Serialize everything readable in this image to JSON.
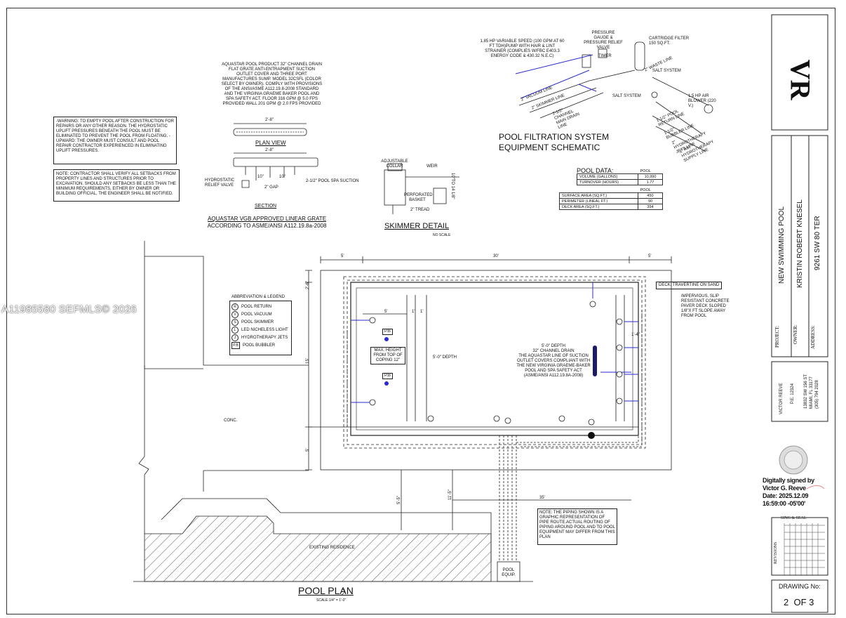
{
  "watermark": "A11985580  SEFMLS© 2026",
  "notes": {
    "warning": "-WARNING: TO EMPTY POOL AFTER CONSTRUCTION FOR REPAIRS OR ANY OTHER REASON. THE HYDROSTATIC UPLIFT PRESSURES BENEATH THE POOL MUST BE ELIMINATED TO PREVENT THE POOL FROM FLOATING. -UPWARD: THE OWNER MUST CONSULT AND POOL REPAIR CONTRACTOR EXPERIENCED IN ELIMINATING UPLIFT PRESSURES.",
    "contractor": "NOTE: CONTRACTOR SHALL VERIFY ALL SETBACKS FROM PROPERTY LINES AND STRUCTURES PRIOR TO EXCAVATION. SHOULD ANY SETBACKS BE LESS THAN THE MINIMUM REQUIREMENTS, EITHER BY OWNER OR BUILDING OFFICIAL, THE ENGINEER SHALL BE NOTIFIED.",
    "piping": "NOTE: THE PIPING SHOWN IS A GRAPHIC REPRESENTATION OF PIPE ROUTE.ACTUAL ROUTING OF PIPING AROUND POOL AND TO POOL EQUIPMENT MAY DIFFER FROM THIS PLAN"
  },
  "drain": {
    "description": "AQUASTAR POOL PRODUCT 32\" CHANNEL DRAIN FLAT GRATE ANTI-ENTRAPMENT SUCTION OUTLET COVER AND THREE PORT MANUFACTURES SUMP. MODEL 32CSFL (COLOR SELECT BY OWNER). COMPLY WITH PROVISIONS OF THE ANSI/ASME A112.19.8-2008 STANDARD AND THE VIRGINIA GRAEME BAKER POOL AND SPA SAFETY ACT. FLOOR 316 GPM @ 5.0 FPS PROVIDED WALL 201 GPM @ 2.0 FPS PROVIDED",
    "plan_view": "PLAN VIEW",
    "section": "SECTION",
    "dim_a": "2'-8\"",
    "dim_b": "2'-8\"",
    "hydrostatic": "HYDROSTATIC RELIEF VALVE",
    "gap": "2\" GAP",
    "suction": "2-1/2\" POOL SPA SUCTION",
    "dim10a": "10\"",
    "dim10b": "10\"",
    "title": "AQUASTAR VGB APPROVED LINEAR GRATE",
    "subtitle": "ACCORDING TO ASME/ANSI A112.19.8a-2008"
  },
  "skimmer": {
    "collar": "ADJUSTABLE COLLAR",
    "weir": "WEIR",
    "basket": "PERFORATED BASKET",
    "tread": "2\" TREAD",
    "depth": "10\"TO 14 1/8\"",
    "title": "SKIMMER DETAIL",
    "scale": "NO SCALE"
  },
  "equipment": {
    "pump": "1.85 HP VARIABLE SPEED (100 GPM AT 60 FT TDH)PUMP WITH HAIR & LINT STRAINER (COMPLIES W/FBC E403.3 ENERGY CODE & 430.32 N.E.C)",
    "gauge": "PRESSURE GAUGE & PRESSURE RELIEF VALVE",
    "filter": "CARTRIDGE FILTER 150 SQ.FT.",
    "timer": "TIMER",
    "waste": "2\" WASTE LINE",
    "salt1": "SALT SYSTEM",
    "salt2": "SALT SYSTEM",
    "blower": "1.5 HP AIR BLOWER (220 V.)",
    "vacuum": "2\" VACUUM LINE",
    "skimmer_line": "2\" SKIMMER LINE",
    "channel": "2-1/2\" CHANNEL MAIN DRAIN LINE",
    "return": "1-1/2\" POOL RETURN LINE",
    "bubbler": "1-1/2\" BUBBLER LINE",
    "hydro": "2\" HYDROTHERAPY JETS LINE",
    "air": "2\" AIR HYDROTHERAPY SUPPLY LINE",
    "title1": "POOL FILTRATION SYSTEM",
    "title2": "EQUIPMENT SCHEMATIC"
  },
  "pool_data": {
    "title": "POOL DATA:",
    "col": "POOL",
    "rows1": [
      {
        "label": "VOLUME (GALLONS)",
        "value": "10,990"
      },
      {
        "label": "TURNOVER (HOURS)",
        "value": "1.77"
      }
    ],
    "col2": "POOL",
    "rows2": [
      {
        "label": "SURFACE AREA (SQ.FT.)",
        "value": "450"
      },
      {
        "label": "PERIMETER (LINEAL FT.)",
        "value": "90"
      },
      {
        "label": "DECK AREA (SQ.FT.)",
        "value": "354"
      }
    ]
  },
  "legend": {
    "title": "ABBREVIATION & LEGEND",
    "items": [
      {
        "sym": "R",
        "label": "POOL RETURN"
      },
      {
        "sym": "V",
        "label": "POOL VACUUM"
      },
      {
        "sym": "S",
        "label": "POOL SKIMMER"
      },
      {
        "sym": "L",
        "label": "LED NICHELESS LIGHT"
      },
      {
        "sym": "J",
        "label": "HYDROTHERAPY JETS"
      },
      {
        "sym": "P.B",
        "label": "POOL BUBBLER"
      }
    ]
  },
  "plan": {
    "dim_5a": "5'",
    "dim_30": "30'",
    "dim_5b": "5'",
    "dim_26": "2'-6\"",
    "dim_15": "15'",
    "dim_5c": "5'",
    "dim_5d": "5'",
    "dim_1a": "1'",
    "dim_1b": "1'",
    "dim_14": "1'-4\"",
    "dim_55": "5'-5\"",
    "dim_115": "11'-5\"",
    "dim_35": "35'",
    "deck": "DECK: TRAVERTINE ON SAND",
    "impervious": "IMPERVIOUS, SLIP RESISTANT CONCRETE PAVER DECK SLOPED 1/8\"X FT SLOPE AWAY FROM POOL",
    "depth": "5'-0\" DEPTH",
    "drain_note_1": "5'-0\" DEPTH",
    "drain_note_2": "32\" CHANNEL DRAIN",
    "drain_note_3": "THE AQUASTAR LINE OF SUCTION OUTLET COVERS COMPLIANT WITH THE NEW VIRGINIA GRAEME-BAKER POOL AND SPA SAFETY ACT (ASME/ANSI A112.19.8A-2008)",
    "max_height": "MAX. HEIGHT FROM TOP OF COPING 12\"",
    "pb1": "P.B",
    "pb2": "P.B",
    "conc": "CONC.",
    "residence": "EXISTING RESIDENCE",
    "equip": "POOL EQUIP.",
    "title": "POOL PLAN",
    "scale": "SCALE:1/4\" = 1'-0\""
  },
  "titleblock": {
    "logo": "VR",
    "project_label": "PROJECT:",
    "project": "NEW SWIMMING POOL",
    "owner_label": "OWNER:",
    "owner": "KRISTIN ROBERT KNESEL",
    "address_label": "ADDRESS:",
    "address": "9261 SW 80 TER",
    "engineer": "VICTOR REEVE",
    "pe": "P.E. 12324",
    "eng_addr1": "13832 SW 156 ST",
    "eng_addr2": "MIAMI, FL 33177",
    "eng_phone": "(305) 794 2028",
    "signed": "Digitally signed by Victor G. Reeve Date: 2025.12.09 16:59:00 -05'00'",
    "sing_seal": "SING & SEAL",
    "revisions": "REVISIONS",
    "drawing_label": "DRAWING No:",
    "drawing_no": "2  OF 3"
  },
  "colors": {
    "ink": "#111111",
    "pipe": "#2a2ad0",
    "drain": "#1a1a6e"
  }
}
